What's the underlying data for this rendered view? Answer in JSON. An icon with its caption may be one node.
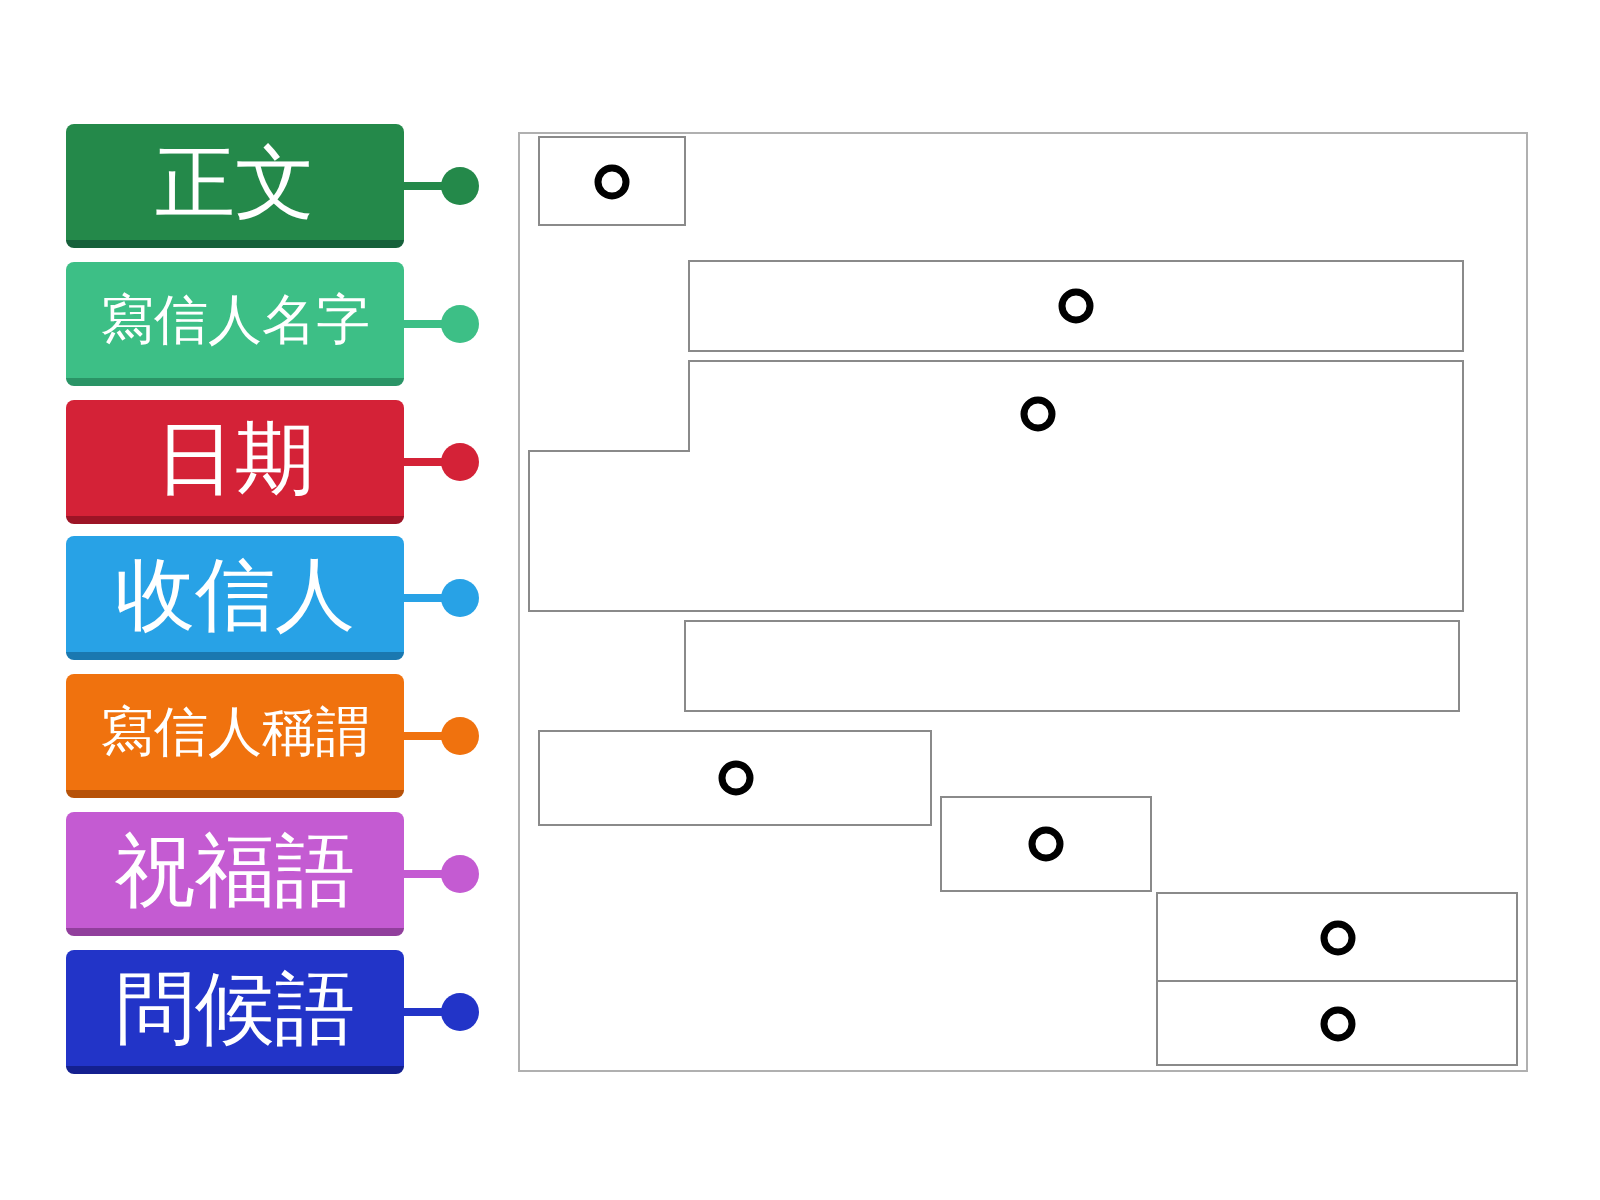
{
  "diagram": {
    "nodes": [
      {
        "text": [
          "正文"
        ]
      },
      {
        "text": [
          "寫信人名字"
        ]
      },
      {
        "text": [
          "日期"
        ]
      },
      {
        "text": [
          "收信人"
        ]
      },
      {
        "text": [
          "寫信人稱謂"
        ]
      },
      {
        "text": [
          "祝福語"
        ]
      },
      {
        "text": [
          "問候語"
        ]
      },
      {
        "text": [],
        "shape": "box"
      },
      {
        "text": [],
        "shape": "box",
        "in": 7
      },
      {
        "text": [],
        "shape": "box",
        "in": 7
      },
      {
        "text": [],
        "shape": "box",
        "in": 7
      },
      {
        "text": [],
        "shape": "box",
        "in": 7
      },
      {
        "text": [],
        "shape": "box",
        "in": 7
      },
      {
        "text": [],
        "shape": "box",
        "in": 7
      },
      {
        "text": [],
        "shape": "box",
        "in": 7
      },
      {
        "text": [],
        "shape": "box",
        "in": 7
      }
    ],
    "edges": []
  }
}
